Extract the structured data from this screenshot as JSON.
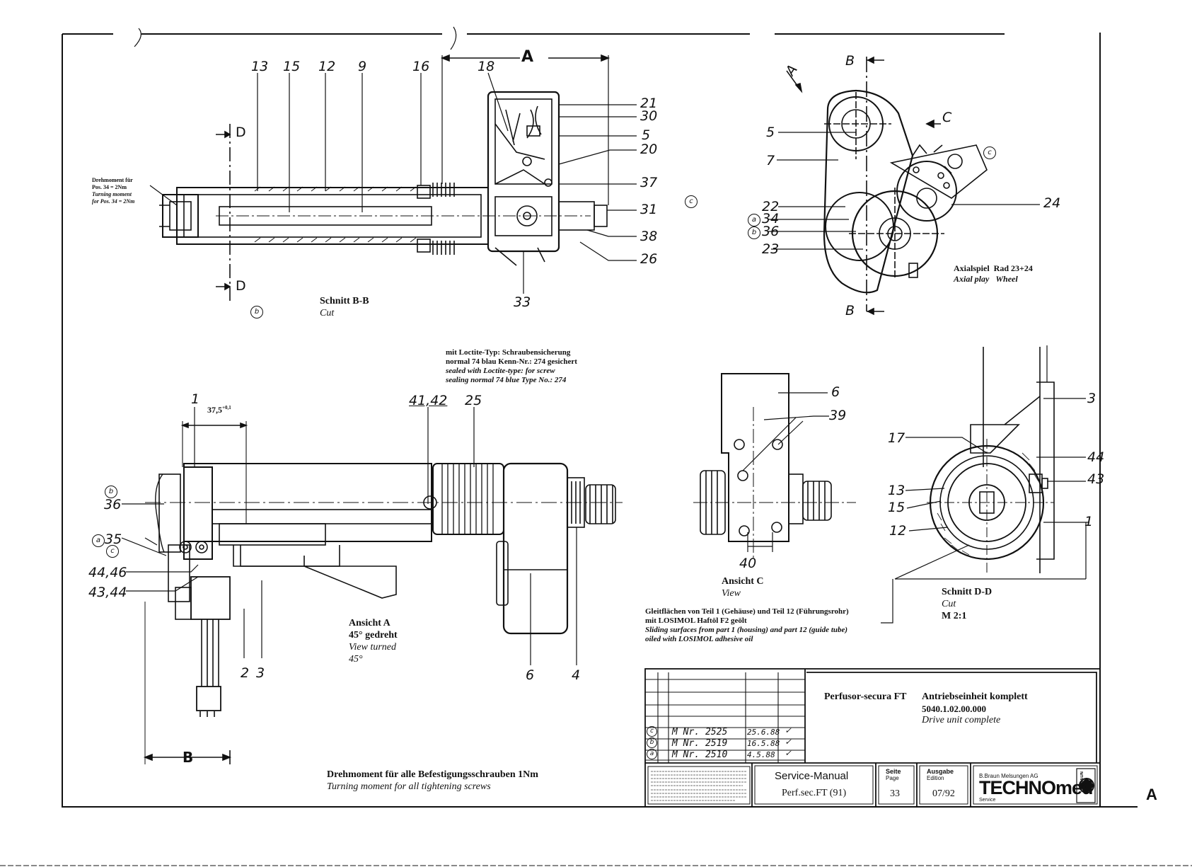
{
  "sheet": {
    "corner_mark": "A"
  },
  "views": {
    "section_bb": {
      "caption_de": "Schnitt B-B",
      "caption_en": "Cut",
      "marker": "b",
      "section_marks": [
        "D",
        "D"
      ],
      "dimension_label": "A",
      "torque_note": [
        "Drehmoment für",
        "Pos. 34 = 2Nm",
        "Turning moment",
        "for Pos. 34 = 2Nm"
      ],
      "part_labels": [
        "13",
        "15",
        "12",
        "9",
        "16",
        "18",
        "21",
        "30",
        "5",
        "20",
        "37",
        "31",
        "38",
        "26",
        "33"
      ]
    },
    "gear_view": {
      "section_marks": [
        "B",
        "B"
      ],
      "view_marks": [
        "A",
        "C"
      ],
      "markers": [
        "c",
        "a",
        "b"
      ],
      "part_labels": [
        "5",
        "7",
        "22",
        "34",
        "36",
        "23",
        "24"
      ],
      "note_de_1": "Axialspiel",
      "note_de_2": "Rad 23+24",
      "note_en_1": "Axial play",
      "note_en_2": "Wheel"
    },
    "loctite_note": {
      "de_1": "mit Loctite-Typ: Schraubensicherung",
      "de_2": "normal 74 blau Kenn-Nr.: 274 gesichert",
      "en_1": "sealed with Loctite-type: for screw",
      "en_2": "sealing normal 74 blue Type No.: 274"
    },
    "view_a": {
      "caption_de_1": "Ansicht A",
      "caption_de_2": "45° gedreht",
      "caption_en_1": "View turned",
      "caption_en_2": "45°",
      "dimension": "37,5",
      "dimension_tol": "+0,1",
      "dimension_b": "B",
      "markers": [
        "b",
        "a",
        "c"
      ],
      "part_labels": [
        "1",
        "41,42",
        "25",
        "36",
        "35",
        "44,46",
        "43,44",
        "2",
        "3",
        "6",
        "4"
      ]
    },
    "view_c": {
      "caption_de": "Ansicht C",
      "caption_en": "View",
      "part_labels": [
        "6",
        "39",
        "40"
      ]
    },
    "section_dd": {
      "caption_de": "Schnitt D-D",
      "caption_en": "Cut",
      "scale": "M 2:1",
      "part_labels": [
        "3",
        "17",
        "44",
        "43",
        "13",
        "15",
        "12",
        "1"
      ]
    },
    "sliding_note": {
      "de_1": "Gleitflächen von Teil 1 (Gehäuse) und Teil 12 (Führungsrohr)",
      "de_2": "mit LOSIMOL Haftöl F2 geölt",
      "en_1": "Sliding surfaces from part 1 (housing) and part 12 (guide tube)",
      "en_2": "oiled with LOSIMOL adhesive oil"
    },
    "torque_all": {
      "de": "Drehmoment für alle Befestigungsschrauben 1Nm",
      "en": "Turning moment for all tightening screws"
    }
  },
  "title_block": {
    "revisions": [
      {
        "mark": "c",
        "text": "M Nr. 2525",
        "date": "25.6.88",
        "sign": "✓"
      },
      {
        "mark": "b",
        "text": "M Nr. 2519",
        "date": "16.5.88",
        "sign": "✓"
      },
      {
        "mark": "a",
        "text": "M Nr. 2510",
        "date": "4.5.88",
        "sign": "✓"
      }
    ],
    "product": "Perfusor-secura FT",
    "assembly_de": "Antriebseinheit komplett",
    "part_number": "5040.1.02.00.000",
    "assembly_en": "Drive unit complete",
    "manual_title": "Service-Manual",
    "manual_ref": "Perf.sec.FT (91)",
    "page_label_de": "Seite",
    "page_label_en": "Page",
    "page_number": "33",
    "edition_label_de": "Ausgabe",
    "edition_label_en": "Edition",
    "edition": "07/92",
    "company": "B.Braun Melsungen AG",
    "logo_text": "TECHNOmed",
    "service_label": "Service",
    "brand_vertical": "BBRAUN"
  }
}
